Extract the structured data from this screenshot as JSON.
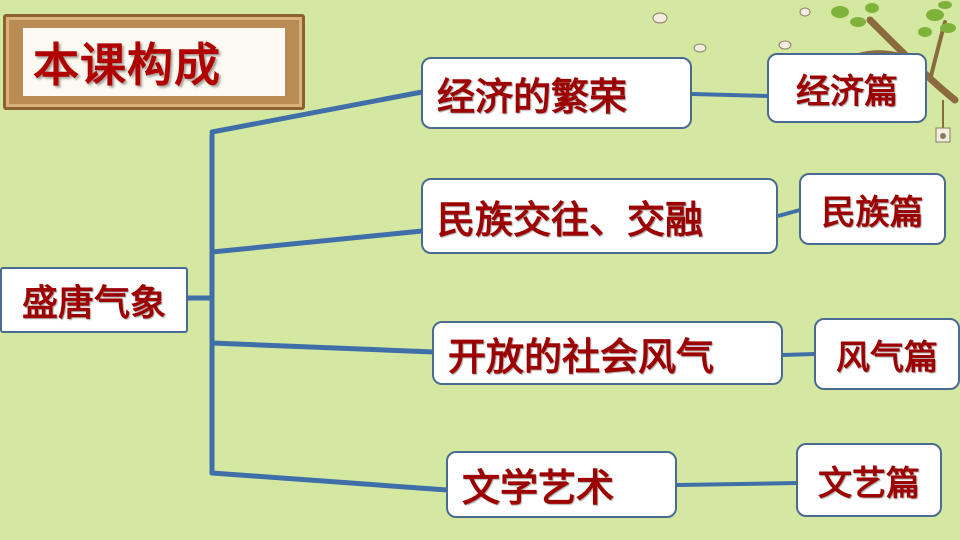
{
  "title": "本课构成",
  "root": "盛唐气象",
  "branches": [
    {
      "label": "经济的繁荣",
      "leaf": "经济篇"
    },
    {
      "label": "民族交往、交融",
      "leaf": "民族篇"
    },
    {
      "label": "开放的社会风气",
      "leaf": "风气篇"
    },
    {
      "label": "文学艺术",
      "leaf": "文艺篇"
    }
  ],
  "colors": {
    "background": "#d5e8a2",
    "connector": "#3f6ea8",
    "text": "#9d0000",
    "box_border": "#4a6b91"
  },
  "decoration": [
    "tree-branch",
    "birds",
    "leaves"
  ]
}
